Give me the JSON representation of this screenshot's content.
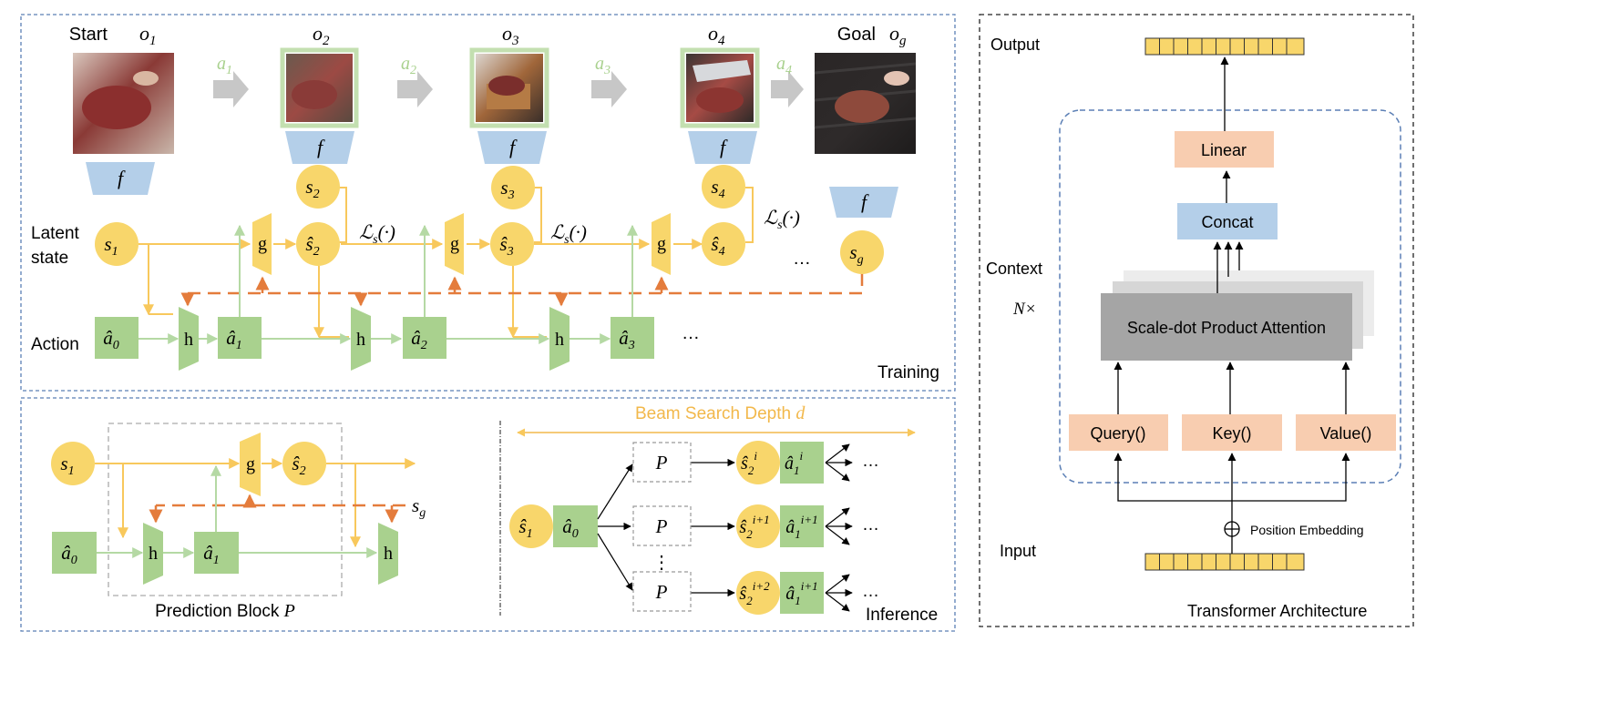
{
  "training": {
    "frames": [
      {
        "tag": "Start",
        "obs": "o",
        "sub": "1"
      },
      {
        "tag": "",
        "obs": "o",
        "sub": "2"
      },
      {
        "tag": "",
        "obs": "o",
        "sub": "3"
      },
      {
        "tag": "",
        "obs": "o",
        "sub": "4"
      },
      {
        "tag": "Goal",
        "obs": "o",
        "sub": "g"
      }
    ],
    "actions": [
      {
        "sym": "a",
        "sub": "1"
      },
      {
        "sym": "a",
        "sub": "2"
      },
      {
        "sym": "a",
        "sub": "3"
      },
      {
        "sym": "a",
        "sub": "4"
      }
    ],
    "encoder_label": "f",
    "rows": {
      "latent_1": "Latent",
      "latent_2": "state",
      "action": "Action"
    },
    "states": [
      {
        "sym": "s",
        "sub": "1"
      },
      {
        "sym": "s",
        "sub": "2"
      },
      {
        "sym": "s",
        "sub": "3"
      },
      {
        "sym": "s",
        "sub": "4"
      },
      {
        "sym": "s",
        "sub": "g"
      }
    ],
    "pred_states": [
      {
        "sym": "ŝ",
        "sub": "2"
      },
      {
        "sym": "ŝ",
        "sub": "3"
      },
      {
        "sym": "ŝ",
        "sub": "4"
      }
    ],
    "pred_actions": [
      {
        "sym": "â",
        "sub": "0"
      },
      {
        "sym": "â",
        "sub": "1"
      },
      {
        "sym": "â",
        "sub": "2"
      },
      {
        "sym": "â",
        "sub": "3"
      }
    ],
    "g_label": "g",
    "h_label": "h",
    "loss": {
      "main": "ℒ",
      "sub": "s",
      "arg": "(·)"
    },
    "ellipsis": "…",
    "caption": "Training"
  },
  "prediction_block": {
    "s1": {
      "sym": "s",
      "sub": "1"
    },
    "s2": {
      "sym": "ŝ",
      "sub": "2"
    },
    "a0": {
      "sym": "â",
      "sub": "0"
    },
    "a1": {
      "sym": "â",
      "sub": "1"
    },
    "sg": {
      "sym": "s",
      "sub": "g"
    },
    "g_label": "g",
    "h_label": "h",
    "caption_text": "Prediction Block ",
    "caption_sym": "P"
  },
  "inference": {
    "depth_text": "Beam Search Depth ",
    "depth_sym": "d",
    "s1": {
      "sym": "ŝ",
      "sub": "1"
    },
    "a0": {
      "sym": "â",
      "sub": "0"
    },
    "p_label": "P",
    "vdots": "⋮",
    "branches": [
      {
        "s": "ŝ",
        "s_sub": "2",
        "s_sup": "i",
        "a": "â",
        "a_sub": "1",
        "a_sup": "i"
      },
      {
        "s": "ŝ",
        "s_sub": "2",
        "s_sup": "i+1",
        "a": "â",
        "a_sub": "1",
        "a_sup": "i+1"
      },
      {
        "s": "ŝ",
        "s_sub": "2",
        "s_sup": "i+2",
        "a": "â",
        "a_sub": "1",
        "a_sup": "i+1"
      }
    ],
    "ellipsis": "…",
    "caption": "Inference"
  },
  "transformer": {
    "output": "Output",
    "context": "Context",
    "input": "Input",
    "n_times": "N×",
    "linear": "Linear",
    "concat": "Concat",
    "attention": "Scale-dot Product Attention",
    "query": "Query()",
    "key": "Key()",
    "value": "Value()",
    "position": "Position Embedding",
    "caption": "Transformer Architecture"
  },
  "colors": {
    "state_fill": "#f8d66b",
    "action_fill": "#a9d18e",
    "encoder_fill": "#b4cfe9",
    "arrow_yellow": "#f8c85c",
    "arrow_green": "#b5d9a4",
    "arrow_orange": "#e47c3c",
    "linear_fill": "#f8cdb0",
    "concat_fill": "#b4cfe9",
    "attention_fill": "#a5a5a5",
    "border_blue": "#5b7fb5",
    "action_label": "#a9d18e",
    "depth_label": "#f2b84b"
  }
}
